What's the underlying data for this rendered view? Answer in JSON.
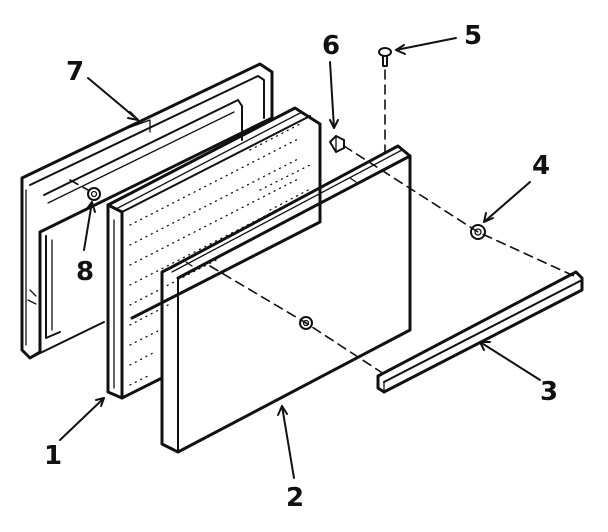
{
  "diagram": {
    "callouts": [
      {
        "id": "callout-1",
        "label": "1"
      },
      {
        "id": "callout-2",
        "label": "2"
      },
      {
        "id": "callout-3",
        "label": "3"
      },
      {
        "id": "callout-4",
        "label": "4"
      },
      {
        "id": "callout-5",
        "label": "5"
      },
      {
        "id": "callout-6",
        "label": "6"
      },
      {
        "id": "callout-7",
        "label": "7"
      },
      {
        "id": "callout-8",
        "label": "8"
      }
    ],
    "parts": [
      "door-frame-liner",
      "insulation-panel",
      "outer-door-panel",
      "bottom-trim-strip",
      "spacer",
      "screw",
      "stud",
      "inner-spacer"
    ]
  }
}
